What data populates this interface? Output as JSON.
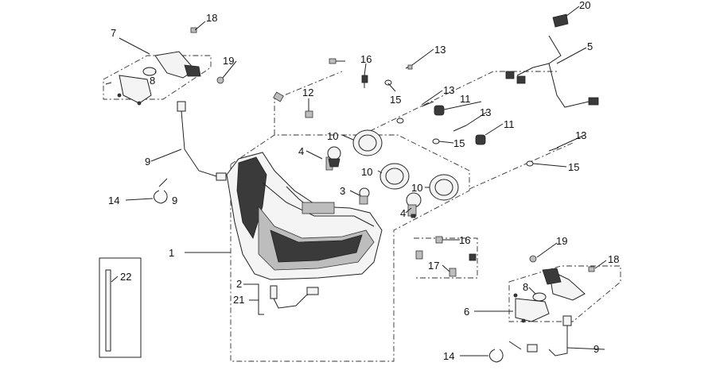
{
  "diagram": {
    "labels": {
      "headlight_assembly": "1",
      "connector_upper": "2",
      "connector_lower": "21",
      "bulb_center": "3",
      "bulb_left": "4",
      "bulb_right": "4",
      "wiring_harness": "5",
      "turn_signal_right": "6",
      "turn_signal_left": "7",
      "lens_left": "8",
      "lens_right": "8",
      "cable_left": "9",
      "cable_left_b": "9",
      "cable_right": "9",
      "cap_top": "10",
      "cap_mid": "10",
      "cap_right": "10",
      "grommet_top": "11",
      "grommet_mid": "11",
      "clip_nut": "12",
      "screw_top": "13",
      "screw_mid1": "13",
      "screw_mid2": "13",
      "screw_right": "13",
      "tie_left": "14",
      "tie_right": "14",
      "washer_top": "15",
      "washer_mid": "15",
      "washer_right": "15",
      "bolt_top": "16",
      "bolt_bottom": "16",
      "clip_bottom": "17",
      "screw_left_signal": "18",
      "screw_right_signal": "18",
      "nut_left_signal": "19",
      "nut_right_signal": "19",
      "clamp_top": "20",
      "rod_box": "22"
    }
  }
}
